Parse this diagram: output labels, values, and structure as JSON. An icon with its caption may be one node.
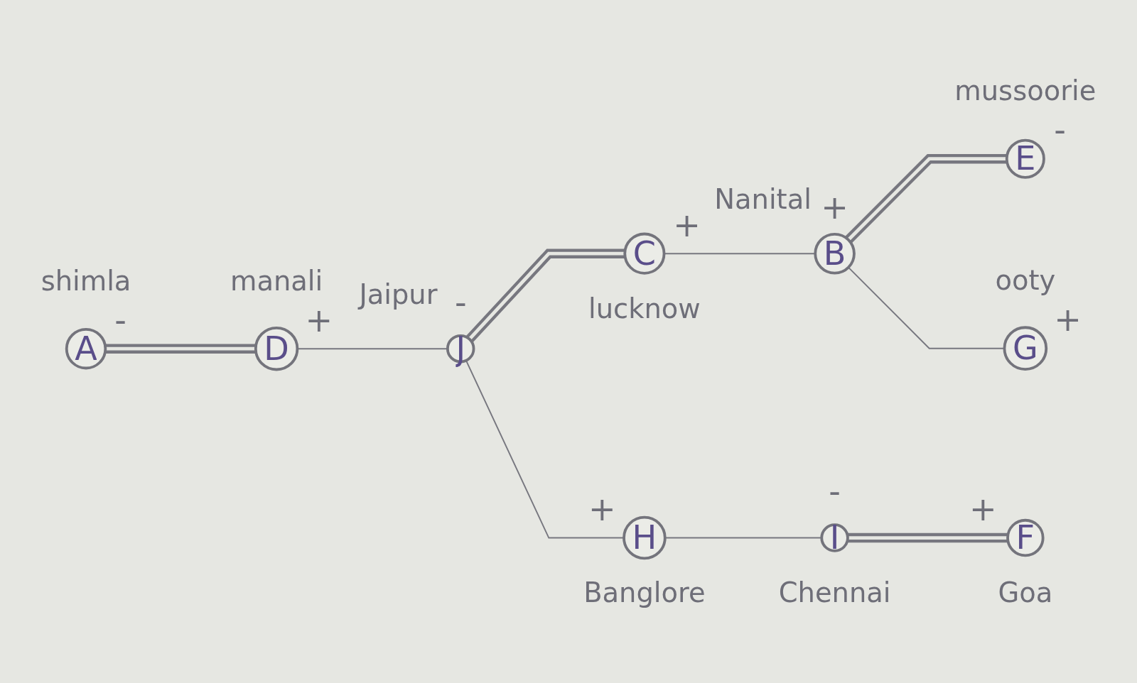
{
  "diagram": {
    "nodes": [
      {
        "text": [
          "A"
        ],
        "beside": [
          "shimla",
          "-"
        ]
      },
      {
        "text": [
          "D"
        ],
        "beside": [
          "manali",
          "+"
        ]
      },
      {
        "text": [
          "B"
        ],
        "beside": [
          "Nanital",
          "+"
        ]
      },
      {
        "text": [
          "E"
        ],
        "beside": [
          "mussoorie",
          "-"
        ]
      },
      {
        "text": [
          "J"
        ],
        "beside": [
          "Jaipur",
          "-"
        ]
      },
      {
        "text": [
          "C"
        ],
        "beside": [
          "lucknow",
          "+"
        ]
      },
      {
        "text": [
          "G"
        ],
        "beside": [
          "ooty",
          "+"
        ]
      },
      {
        "text": [
          "H"
        ],
        "beside": [
          "Banglore",
          "+"
        ]
      },
      {
        "text": [
          "I"
        ],
        "beside": [
          "Chennai",
          "-"
        ]
      },
      {
        "text": [
          "F"
        ],
        "beside": [
          "Goa",
          "+"
        ]
      }
    ],
    "edges": [
      {
        "from": 0,
        "to": 1,
        "arrow": "none",
        "style": "thick"
      },
      {
        "from": 1,
        "to": 4,
        "arrow": "none"
      },
      {
        "from": 2,
        "to": 3,
        "arrow": "none",
        "style": "thick"
      },
      {
        "from": 5,
        "to": 2,
        "arrow": "none"
      },
      {
        "from": 2,
        "to": 6,
        "arrow": "none"
      },
      {
        "from": 4,
        "to": 5,
        "arrow": "none",
        "style": "thick"
      },
      {
        "from": 4,
        "to": 7,
        "arrow": "none"
      },
      {
        "from": 7,
        "to": 8,
        "arrow": "none"
      },
      {
        "from": 8,
        "to": 9,
        "arrow": "none",
        "style": "thick"
      }
    ]
  }
}
